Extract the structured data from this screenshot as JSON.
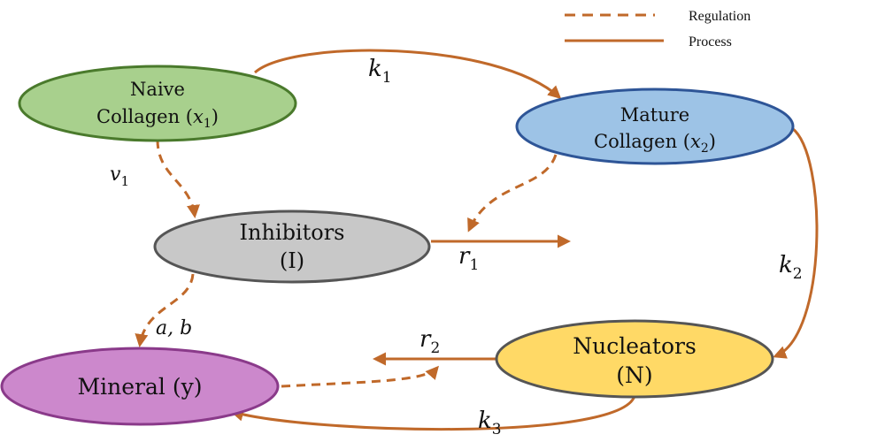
{
  "legend": {
    "regulation_label": "Regulation",
    "process_label": "Process"
  },
  "nodes": {
    "naive": {
      "line1": "Naive",
      "line2_prefix": "Collagen (",
      "var": "x",
      "sub": "1",
      "close": ")"
    },
    "mature": {
      "line1": "Mature",
      "line2_prefix": "Collagen (",
      "var": "x",
      "sub": "2",
      "close": ")"
    },
    "inhibitors": {
      "line1": "Inhibitors",
      "line2": "(I)"
    },
    "nucleators": {
      "line1": "Nucleators",
      "line2": "(N)"
    },
    "mineral": {
      "line1": "Mineral (y)"
    }
  },
  "edge_labels": {
    "k1": {
      "var": "k",
      "sub": "1"
    },
    "k2": {
      "var": "k",
      "sub": "2"
    },
    "k3": {
      "var": "k",
      "sub": "3"
    },
    "v1": {
      "var": "v",
      "sub": "1"
    },
    "r1": {
      "var": "r",
      "sub": "1"
    },
    "r2": {
      "var": "r",
      "sub": "2"
    },
    "ab": {
      "text": "a, b"
    }
  },
  "colors": {
    "arrow": "#c0692a",
    "naive_fill": "#a8d08d",
    "naive_stroke": "#4a7a2c",
    "mature_fill": "#9dc3e6",
    "mature_stroke": "#2e5597",
    "inhibitors_fill": "#c8c8c8",
    "inhibitors_stroke": "#555555",
    "nucleators_fill": "#ffd966",
    "nucleators_stroke": "#555555",
    "mineral_fill": "#cc88cc",
    "mineral_stroke": "#8a3a8a"
  }
}
